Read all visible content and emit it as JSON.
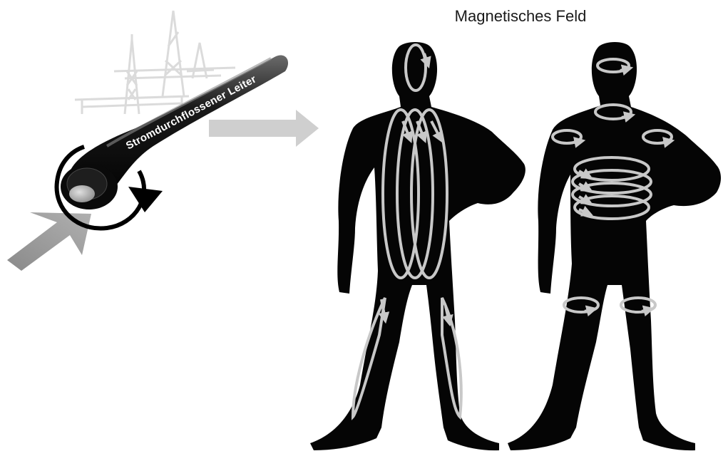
{
  "title": "Magnetisches Feld",
  "conductor": {
    "label": "Stromdurchflossener Leiter"
  },
  "figures": [
    {
      "name": "figure-vertical-field"
    },
    {
      "name": "figure-horizontal-field"
    }
  ],
  "colors": {
    "silhouette": "#050505",
    "field_line": "#c8c8c8",
    "arrow_gray": "#bdbdbd",
    "tower": "#d8d8d8"
  }
}
